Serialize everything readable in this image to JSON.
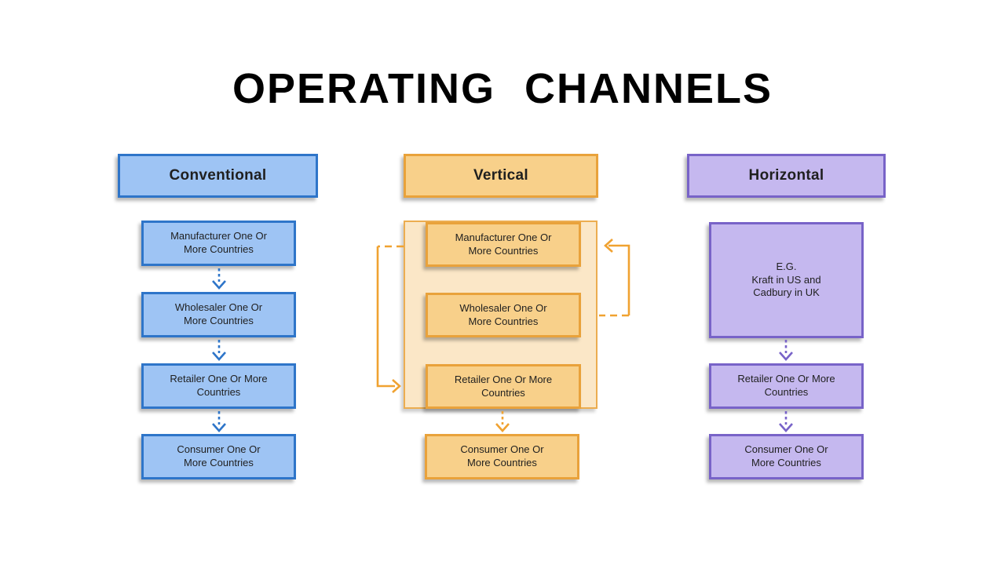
{
  "title": "OPERATING CHANNELS",
  "columns": [
    {
      "header": "Conventional",
      "boxes": [
        "Manufacturer One Or\nMore Countries",
        "Wholesaler One Or\nMore Countries",
        "Retailer One Or More\nCountries",
        "Consumer One Or\nMore Countries"
      ]
    },
    {
      "header": "Vertical",
      "boxes": [
        "Manufacturer One Or\nMore Countries",
        "Wholesaler One Or\nMore Countries",
        "Retailer One Or More\nCountries",
        "Consumer One Or\nMore Countries"
      ]
    },
    {
      "header": "Horizontal",
      "example": "E.G.\nKraft in US and\nCadbury in UK",
      "boxes": [
        "Retailer One Or More\nCountries",
        "Consumer One Or\nMore Countries"
      ]
    }
  ],
  "colors": {
    "blue_border": "#2E75C9",
    "blue_fill": "#9EC4F4",
    "orange_border": "#E9A23B",
    "orange_fill": "#F8D08A",
    "orange_container_fill": "#FBE7C7",
    "purple_border": "#7863C8",
    "purple_fill": "#C5B8EF",
    "title_color": "#000000",
    "text_color": "#1F1F1F"
  }
}
